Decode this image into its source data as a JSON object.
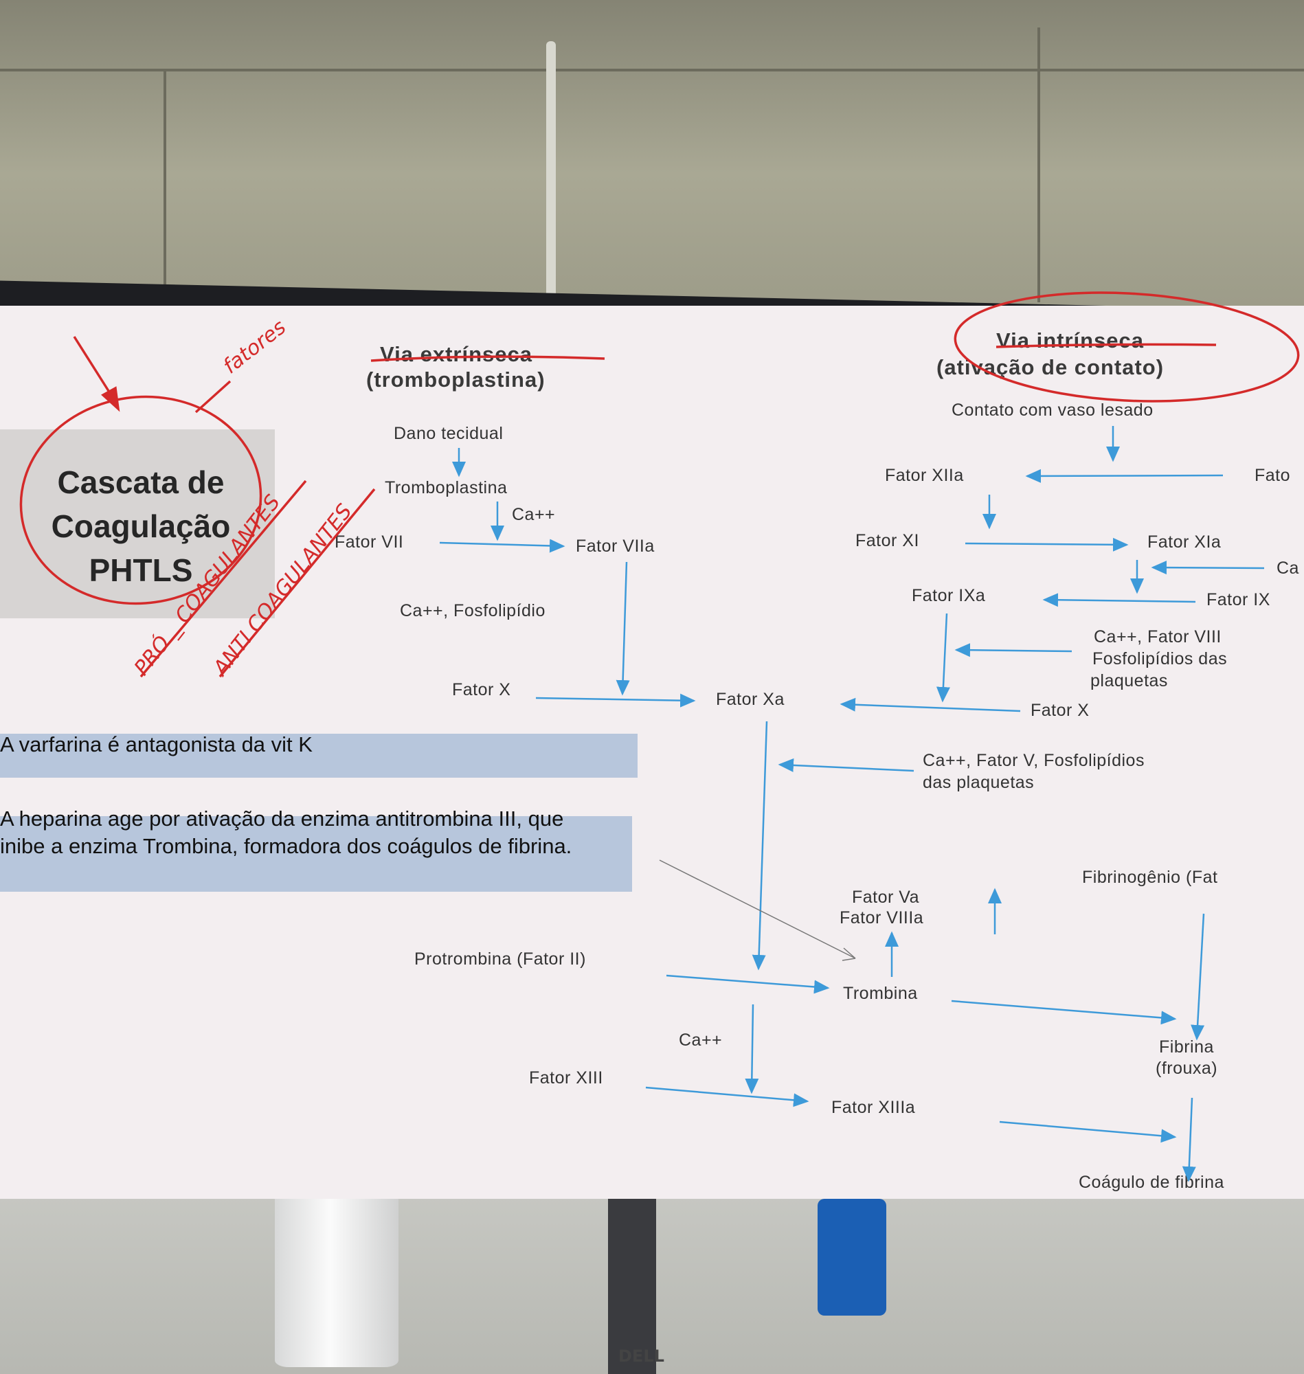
{
  "slide": {
    "title": "Cascata de Coagulação PHTLS",
    "extrinsic": {
      "heading": "Via extrínseca",
      "subheading": "(tromboplastina)",
      "dano": "Dano tecidual",
      "tromboplastina": "Tromboplastina",
      "ca1": "Ca++",
      "fator7": "Fator VII",
      "fator7a": "Fator VIIa",
      "ca_fosfo": "Ca++, Fosfolipídio",
      "fatorx": "Fator X",
      "fatorxa": "Fator Xa"
    },
    "intrinsic": {
      "heading": "Via intrínseca",
      "subheading": "(ativação de contato)",
      "contato": "Contato com vaso lesado",
      "fator12a": "Fator XIIa",
      "fator12": "Fato",
      "fator11": "Fator XI",
      "fator11a": "Fator XIa",
      "ca": "Ca",
      "fator9a": "Fator IXa",
      "fator9": "Fator IX",
      "ca_fator8_1": "Ca++, Fator VIII",
      "ca_fator8_2": "Fosfolipídios das",
      "ca_fator8_3": "plaquetas",
      "fatorx2": "Fator X"
    },
    "common": {
      "ca_fator5_1": "Ca++, Fator V, Fosfolipídios",
      "ca_fator5_2": "das plaquetas",
      "fibrinogenio": "Fibrinogênio (Fat",
      "fator5a": "Fator Va",
      "fator8a": "Fator VIIIa",
      "protrombina": "Protrombina (Fator II)",
      "trombina": "Trombina",
      "ca3": "Ca++",
      "fibrina": "Fibrina",
      "frouxa": "(frouxa)",
      "fator13": "Fator XIII",
      "fator13a": "Fator XIIIa",
      "coagulo": "Coágulo de fibrina"
    },
    "notes": {
      "varfarina": "A varfarina é antagonista da vit K",
      "heparina_1": "A heparina age por ativação da enzima antitrombina III, que",
      "heparina_2": "inibe a enzima Trombina, formadora dos coágulos de fibrina."
    },
    "handwriting": {
      "fatores": "fatores",
      "pro": "PRÓ _ COAGULANTES",
      "anti": "ANTI COAGULANTES"
    }
  },
  "monitor": {
    "brand": "DELL"
  },
  "colors": {
    "arrow": "#3d9ad9",
    "ink": "#d42a2a",
    "band": "#b7c6dc",
    "screen": "#f3eef0"
  }
}
